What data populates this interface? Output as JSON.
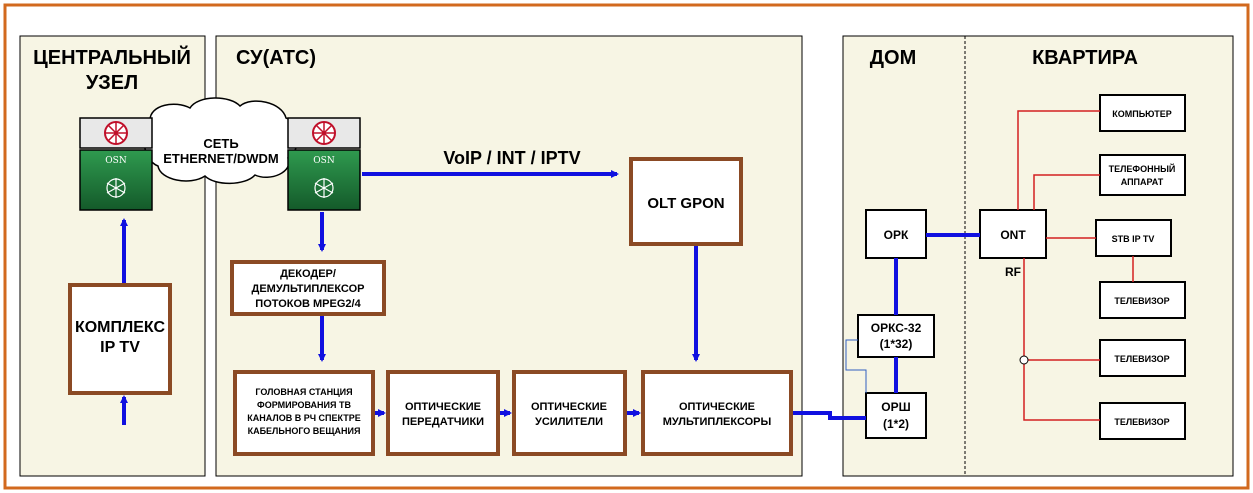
{
  "zones": {
    "central_node": [
      "ЦЕНТРАЛЬНЫЙ",
      "УЗЕЛ"
    ],
    "su_ats": "СУ(АТС)",
    "house": "ДОМ",
    "apartment": "КВАРТИРА"
  },
  "network_cloud": [
    "СЕТЬ",
    "ETHERNET/DWDM"
  ],
  "equipment_label": "OSN",
  "services_link": "VoIP / INT / IPTV",
  "boxes": {
    "iptv_complex": [
      "КОМПЛЕКС",
      "IP TV"
    ],
    "olt_gpon": "OLT GPON",
    "decoder": [
      "ДЕКОДЕР/",
      "ДЕМУЛЬТИПЛЕКСОР",
      "ПОТОКОВ MPEG2/4"
    ],
    "head_station": [
      "ГОЛОВНАЯ СТАНЦИЯ",
      "ФОРМИРОВАНИЯ ТВ",
      "КАНАЛОВ В РЧ СПЕКТРЕ",
      "КАБЕЛЬНОГО ВЕЩАНИЯ"
    ],
    "optical_transmitters": [
      "ОПТИЧЕСКИЕ",
      "ПЕРЕДАТЧИКИ"
    ],
    "optical_amplifiers": [
      "ОПТИЧЕСКИЕ",
      "УСИЛИТЕЛИ"
    ],
    "optical_multiplexers": [
      "ОПТИЧЕСКИЕ",
      "МУЛЬТИПЛЕКСОРЫ"
    ],
    "ork": "ОРК",
    "orks": [
      "ОРКС-32",
      "(1*32)"
    ],
    "orsh": [
      "ОРШ",
      "(1*2)"
    ],
    "ont": "ONT",
    "rf_label": "RF",
    "computer": "КОМПЬЮТЕР",
    "phone": [
      "ТЕЛЕФОННЫЙ",
      "АППАРАТ"
    ],
    "stb": "STB IP TV",
    "tv1": "ТЕЛЕВИЗОР",
    "tv2": "ТЕЛЕВИЗОР",
    "tv3": "ТЕЛЕВИЗОР"
  },
  "colors": {
    "frame": "#d2691e",
    "zone_fill": "#f7f5e4",
    "box_border": "#8b4a24",
    "fiber_link": "#1010e0",
    "copper_link": "#d42020",
    "equipment_green": "#1f7a3a"
  }
}
